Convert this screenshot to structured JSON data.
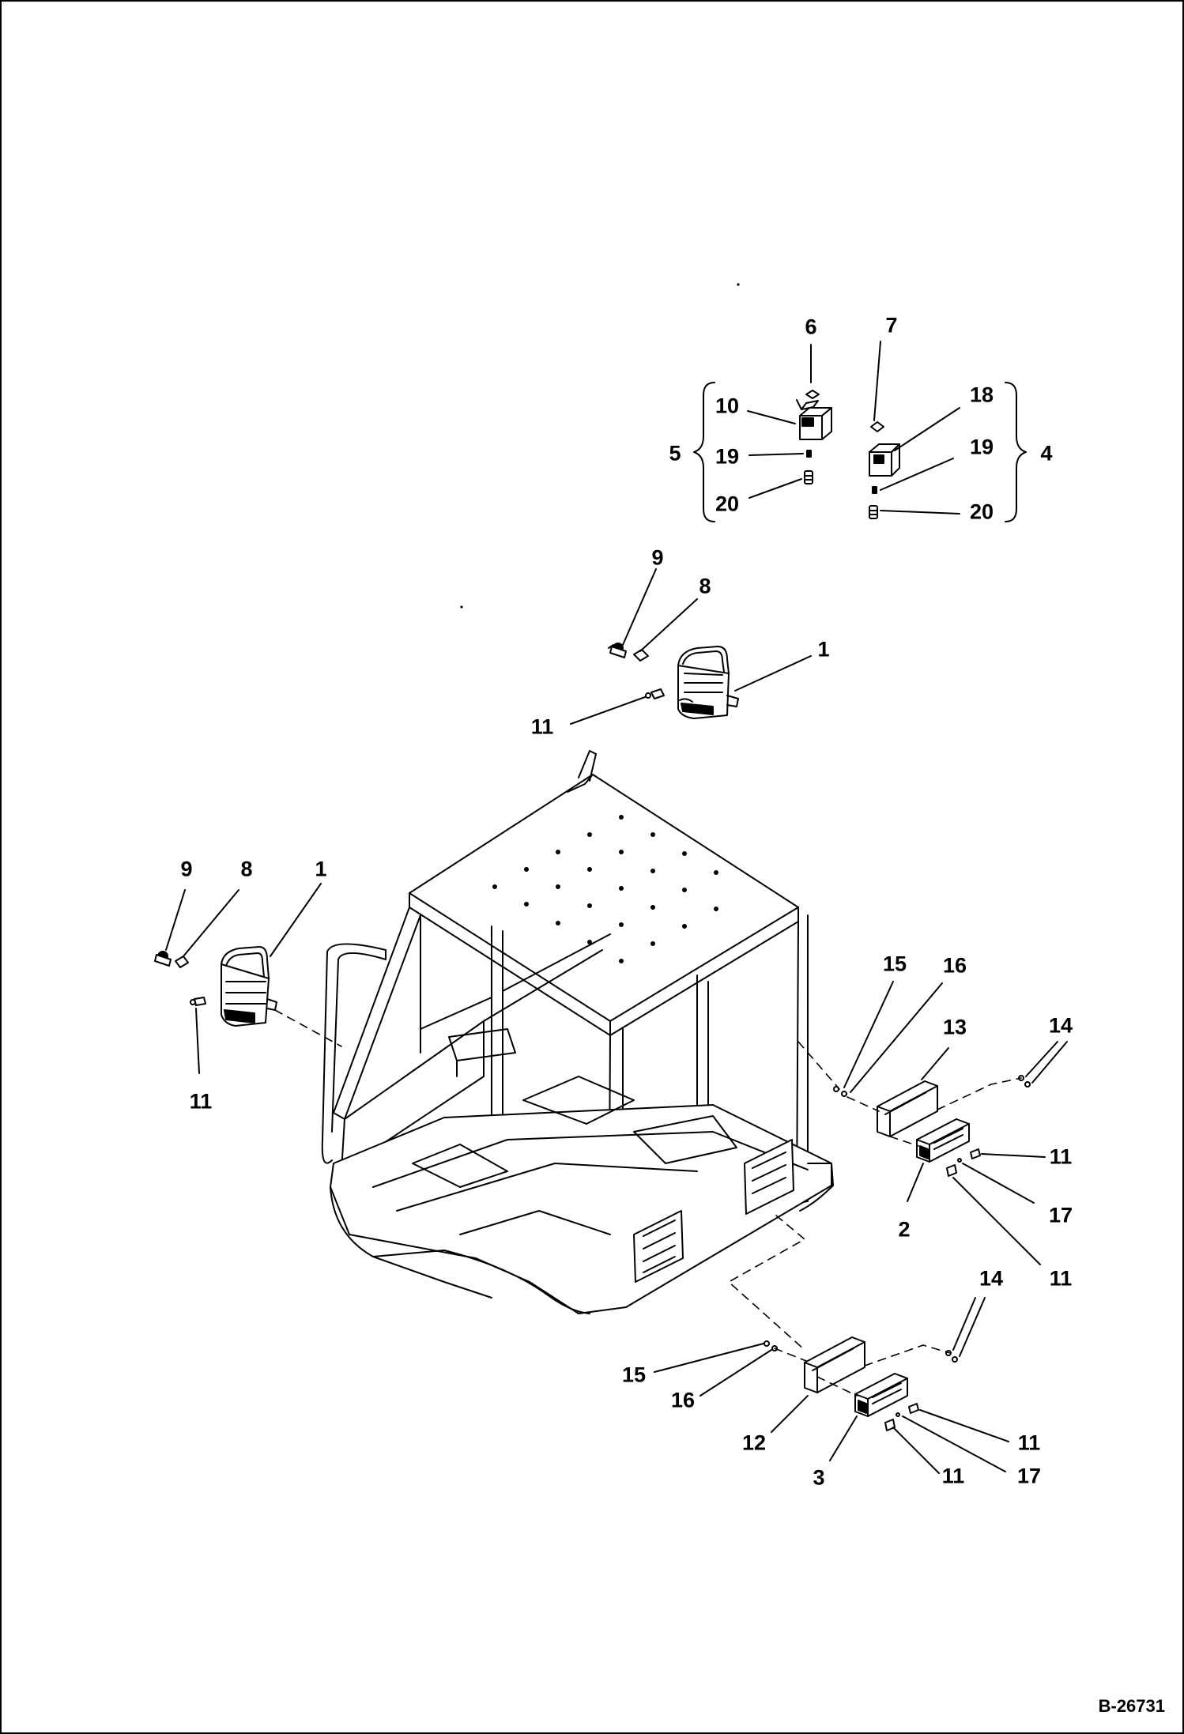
{
  "callouts": {
    "c6": "6",
    "c7": "7",
    "c10": "10",
    "c18": "18",
    "c5": "5",
    "c4": "4",
    "c19a": "19",
    "c19b": "19",
    "c20a": "20",
    "c20b": "20",
    "c9a": "9",
    "c8a": "8",
    "c1a": "1",
    "c11a": "11",
    "c9b": "9",
    "c8b": "8",
    "c1b": "1",
    "c11b": "11",
    "c15a": "15",
    "c16a": "16",
    "c13": "13",
    "c14a": "14",
    "c11c": "11",
    "c17a": "17",
    "c2": "2",
    "c11d": "11",
    "c14b": "14",
    "c15b": "15",
    "c16b": "16",
    "c12": "12",
    "c3": "3",
    "c11e": "11",
    "c11f": "11",
    "c17b": "17"
  },
  "reference_code": "B-26731"
}
